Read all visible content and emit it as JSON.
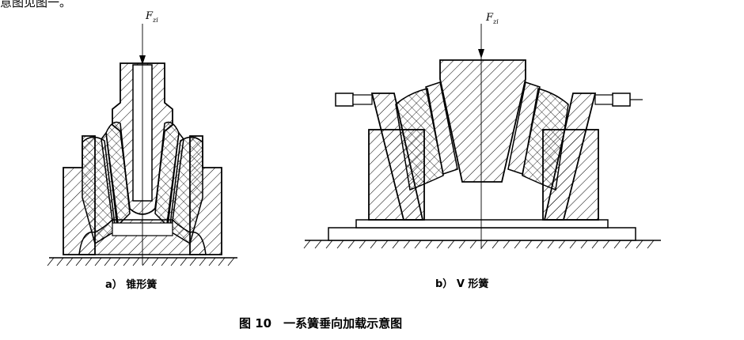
{
  "top_fragment": "意图见图一。",
  "force_label_left": "F",
  "force_label_left_sub": "zi",
  "force_label_right": "F",
  "force_label_right_sub": "zi",
  "caption_a": "a） 锥形簧",
  "caption_b": "b） V 形簧",
  "figure_caption": "图 10　一系簧垂向加载示意图"
}
